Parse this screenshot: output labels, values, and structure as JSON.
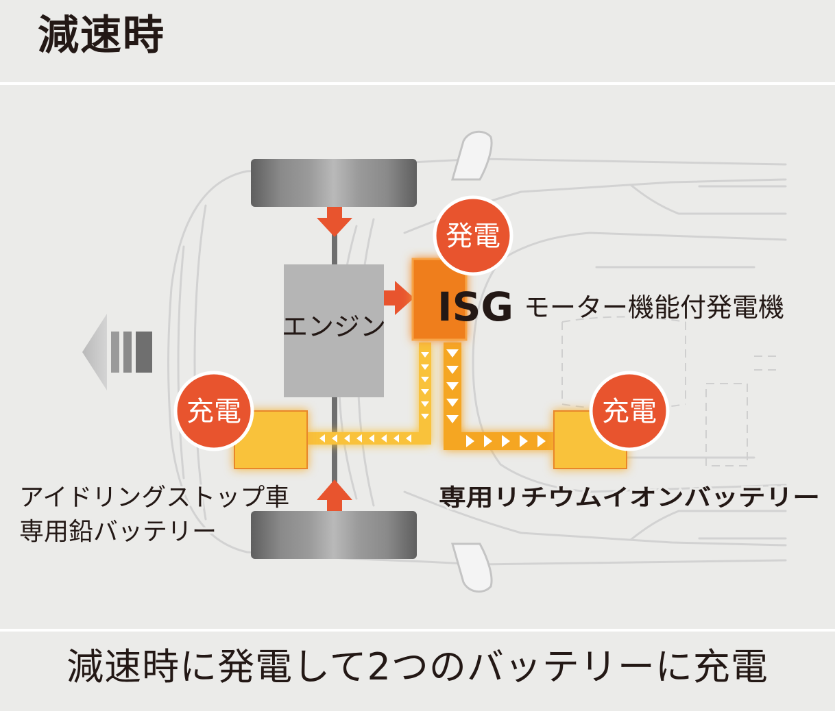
{
  "title": "減速時",
  "caption": "減速時に発電して2つのバッテリーに充電",
  "labels": {
    "engine": "エンジン",
    "isg": "ISG",
    "isg_desc": "モーター機能付発電機",
    "generate": "発電",
    "charge_left": "充電",
    "charge_right": "充電",
    "lead_battery_line1": "アイドリングストップ車",
    "lead_battery_line2": "専用鉛バッテリー",
    "lithium_battery": "専用リチウムイオンバッテリー"
  },
  "colors": {
    "background": "#ebebe9",
    "accent_red": "#e8542e",
    "isg_orange": "#ef7e1f",
    "battery_yellow": "#f9c23b",
    "engine_gray": "#b5b5b5",
    "text": "#231815"
  }
}
